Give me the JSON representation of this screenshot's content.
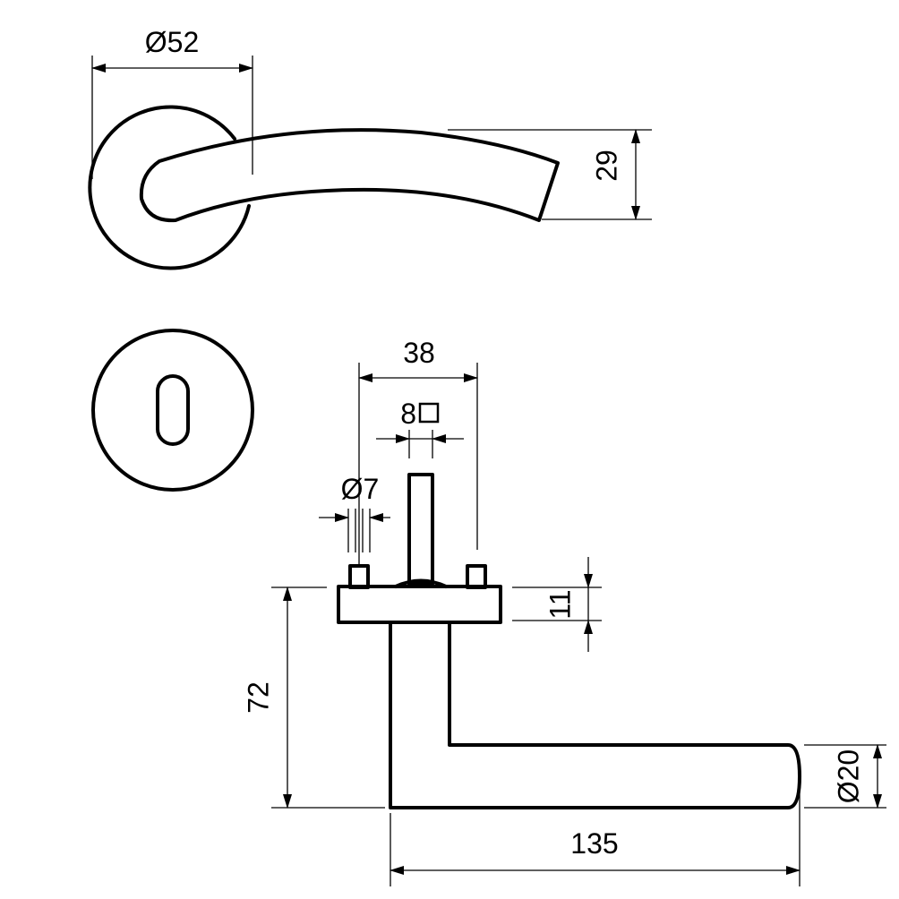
{
  "drawing": {
    "dimensions": {
      "rose_diameter": "Ø52",
      "lever_height": "29",
      "spindle_span": "38",
      "square_spindle": "8",
      "pin_diameter": "Ø7",
      "rose_thickness": "11",
      "lever_projection": "72",
      "lever_diameter": "Ø20",
      "lever_length": "135"
    }
  }
}
